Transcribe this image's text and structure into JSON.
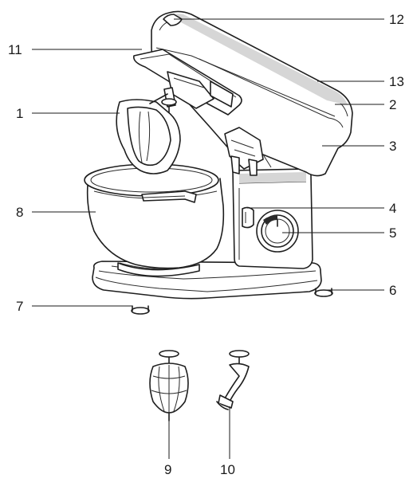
{
  "callouts": [
    {
      "id": "1",
      "label": "1"
    },
    {
      "id": "2",
      "label": "2"
    },
    {
      "id": "3",
      "label": "3"
    },
    {
      "id": "4",
      "label": "4"
    },
    {
      "id": "5",
      "label": "5"
    },
    {
      "id": "6",
      "label": "6"
    },
    {
      "id": "7",
      "label": "7"
    },
    {
      "id": "8",
      "label": "8"
    },
    {
      "id": "9",
      "label": "9"
    },
    {
      "id": "10",
      "label": "10"
    },
    {
      "id": "11",
      "label": "11"
    },
    {
      "id": "12",
      "label": "12"
    },
    {
      "id": "13",
      "label": "13"
    }
  ],
  "colors": {
    "line": "#1e1e1e",
    "background": "#ffffff",
    "shade": "#d6d6d6"
  }
}
